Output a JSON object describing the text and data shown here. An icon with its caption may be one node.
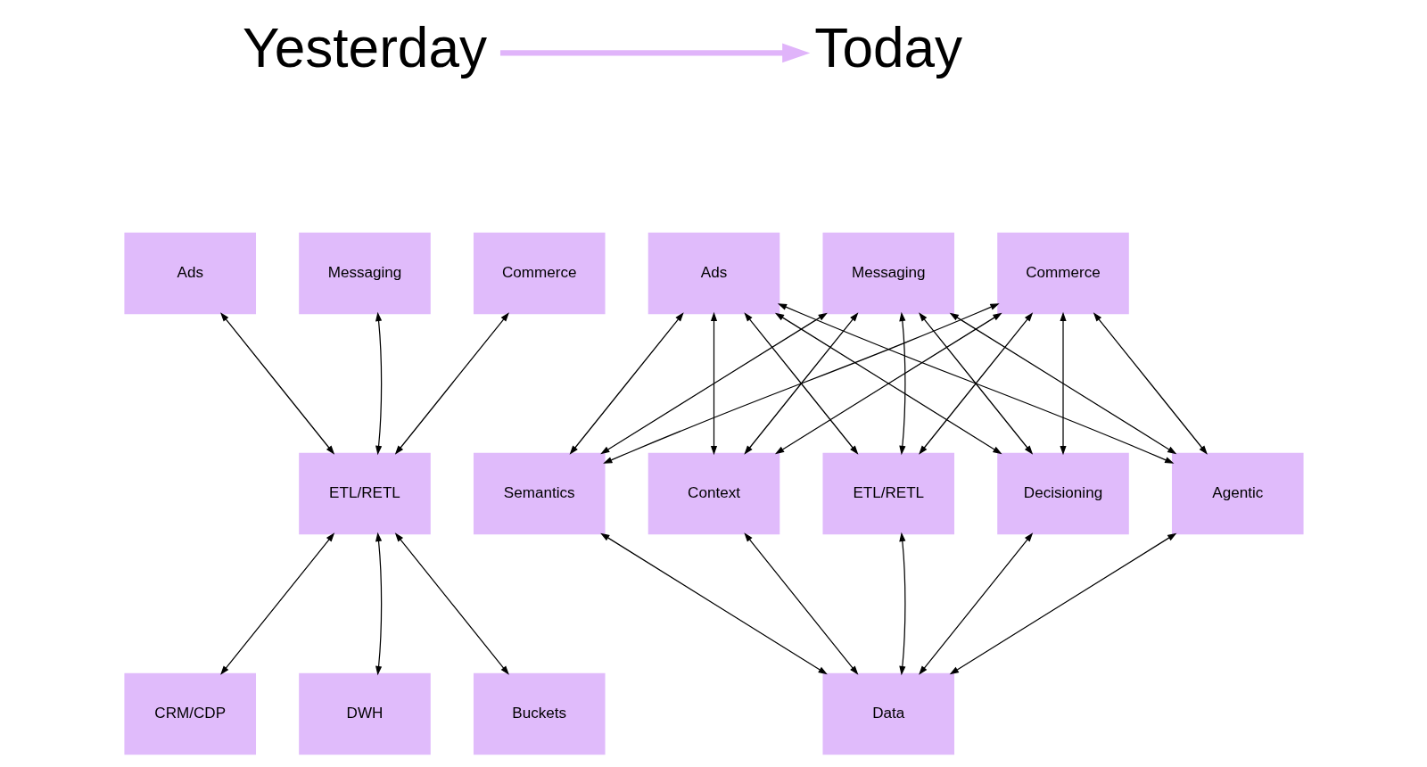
{
  "diagram": {
    "nodes": [
      {
        "text": [
          "Yesterday"
        ]
      },
      {
        "text": [
          "Today"
        ]
      },
      {
        "text": [
          "Ads"
        ]
      },
      {
        "text": [
          "Messaging"
        ]
      },
      {
        "text": [
          "Commerce"
        ]
      },
      {
        "text": [
          "ETL/RETL"
        ]
      },
      {
        "text": [
          "CRM/CDP"
        ]
      },
      {
        "text": [
          "DWH"
        ]
      },
      {
        "text": [
          "Buckets"
        ]
      },
      {
        "text": [
          "Ads"
        ]
      },
      {
        "text": [
          "Messaging"
        ]
      },
      {
        "text": [
          "Commerce"
        ]
      },
      {
        "text": [
          "Semantics"
        ]
      },
      {
        "text": [
          "Context"
        ]
      },
      {
        "text": [
          "ETL/RETL"
        ]
      },
      {
        "text": [
          "Decisioning"
        ]
      },
      {
        "text": [
          "Agentic"
        ]
      },
      {
        "text": [
          "Data"
        ]
      }
    ],
    "edges": [
      {
        "from": 0,
        "to": 1,
        "arrow": "to",
        "style": "thick",
        "color": "#e0b4fa"
      },
      {
        "from": 2,
        "to": 5,
        "arrow": "both"
      },
      {
        "from": 3,
        "to": 5,
        "arrow": "both"
      },
      {
        "from": 4,
        "to": 5,
        "arrow": "both"
      },
      {
        "from": 5,
        "to": 6,
        "arrow": "both"
      },
      {
        "from": 5,
        "to": 7,
        "arrow": "both"
      },
      {
        "from": 5,
        "to": 8,
        "arrow": "both"
      },
      {
        "from": 9,
        "to": 12,
        "arrow": "both"
      },
      {
        "from": 9,
        "to": 13,
        "arrow": "both"
      },
      {
        "from": 9,
        "to": 14,
        "arrow": "both"
      },
      {
        "from": 9,
        "to": 15,
        "arrow": "both"
      },
      {
        "from": 9,
        "to": 16,
        "arrow": "both"
      },
      {
        "from": 10,
        "to": 12,
        "arrow": "both"
      },
      {
        "from": 10,
        "to": 13,
        "arrow": "both"
      },
      {
        "from": 10,
        "to": 14,
        "arrow": "both"
      },
      {
        "from": 10,
        "to": 15,
        "arrow": "both"
      },
      {
        "from": 10,
        "to": 16,
        "arrow": "both"
      },
      {
        "from": 11,
        "to": 12,
        "arrow": "both"
      },
      {
        "from": 11,
        "to": 13,
        "arrow": "both"
      },
      {
        "from": 11,
        "to": 14,
        "arrow": "both"
      },
      {
        "from": 11,
        "to": 15,
        "arrow": "both"
      },
      {
        "from": 11,
        "to": 16,
        "arrow": "both"
      },
      {
        "from": 12,
        "to": 17,
        "arrow": "both"
      },
      {
        "from": 13,
        "to": 17,
        "arrow": "both"
      },
      {
        "from": 14,
        "to": 17,
        "arrow": "both"
      },
      {
        "from": 15,
        "to": 17,
        "arrow": "both"
      },
      {
        "from": 16,
        "to": 17,
        "arrow": "both"
      }
    ]
  }
}
